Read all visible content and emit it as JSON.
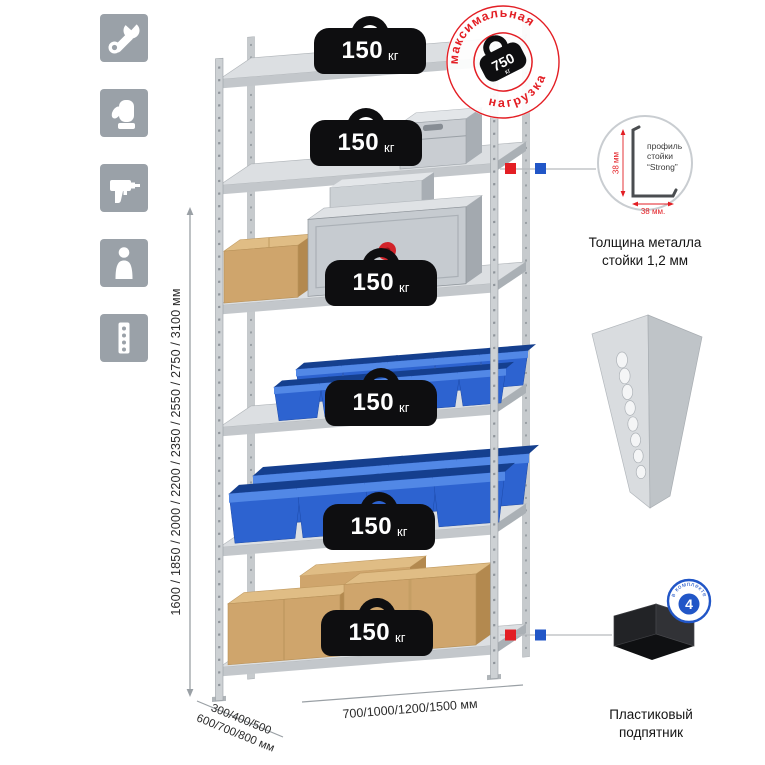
{
  "colors": {
    "accent_red": "#e31e24",
    "accent_blue": "#2156c7",
    "bin_blue": "#2d63d0",
    "metal_gray": "#cdd1d4",
    "cardboard_tan": "#cfa56c",
    "icon_tile_gray": "#9aa1a8",
    "weight_black": "#0e0e10"
  },
  "feature_icons": [
    {
      "name": "wrench"
    },
    {
      "name": "gloves"
    },
    {
      "name": "drill"
    },
    {
      "name": "person"
    },
    {
      "name": "perforated-profile"
    }
  ],
  "shelves": [
    {
      "load": "150",
      "unit": "кг"
    },
    {
      "load": "150",
      "unit": "кг"
    },
    {
      "load": "150",
      "unit": "кг"
    },
    {
      "load": "150",
      "unit": "кг"
    },
    {
      "load": "150",
      "unit": "кг"
    },
    {
      "load": "150",
      "unit": "кг"
    }
  ],
  "max_load": {
    "arc_top": "максимальная",
    "arc_bottom": "нагрузка",
    "value": "750",
    "unit": "кг"
  },
  "dimensions": {
    "height": "1600 / 1850 / 2000 / 2200 / 2350 / 2550 / 2750 / 3100 мм",
    "depth_line1": "300/400/500",
    "depth_line2": "600/700/800 мм",
    "width": "700/1000/1200/1500 мм"
  },
  "profile": {
    "label_line1": "профиль",
    "label_line2": "стойки",
    "label_line3": "“Strong”",
    "dim_vertical": "38 мм",
    "dim_horizontal": "38 мм.",
    "caption_line1": "Толщина металла",
    "caption_line2": "стойки 1,2 мм"
  },
  "foot": {
    "badge_number": "4",
    "badge_text": "в комплекте",
    "caption_line1": "Пластиковый",
    "caption_line2": "подпятник"
  }
}
